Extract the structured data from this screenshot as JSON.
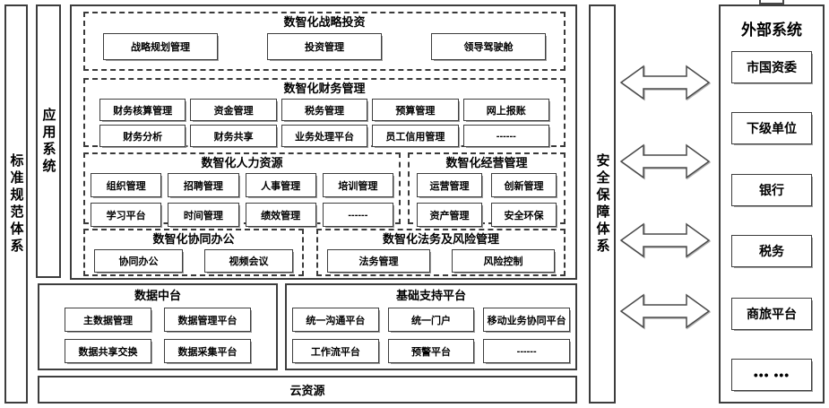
{
  "left_bars": {
    "standards": "标准规范体系",
    "application": "应用系统"
  },
  "right_bar": {
    "security": "安全保障体系"
  },
  "app_sections": [
    {
      "title": "数智化战略投资",
      "rows": [
        [
          "战略规划管理",
          "投资管理",
          "领导驾驶舱"
        ]
      ]
    },
    {
      "title": "数智化财务管理",
      "rows": [
        [
          "财务核算管理",
          "资金管理",
          "税务管理",
          "预算管理",
          "网上报账"
        ],
        [
          "财务分析",
          "财务共享",
          "业务处理平台",
          "员工信用管理",
          "------"
        ]
      ]
    },
    {
      "title": "数智化人力资源",
      "rows": [
        [
          "组织管理",
          "招聘管理",
          "人事管理",
          "培训管理"
        ],
        [
          "学习平台",
          "时间管理",
          "绩效管理",
          "------"
        ]
      ]
    },
    {
      "title": "数智化经营管理",
      "rows": [
        [
          "运营管理",
          "创新管理"
        ],
        [
          "资产管理",
          "安全环保"
        ]
      ]
    },
    {
      "title": "数智化协同办公",
      "rows": [
        [
          "协同办公",
          "视频会议"
        ]
      ]
    },
    {
      "title": "数智化法务及风险管理",
      "rows": [
        [
          "法务管理",
          "风险控制"
        ]
      ]
    }
  ],
  "data_platform": {
    "title": "数据中台",
    "rows": [
      [
        "主数据管理",
        "数据管理平台"
      ],
      [
        "数据共享交换",
        "数据采集平台"
      ]
    ]
  },
  "support_platform": {
    "title": "基础支持平台",
    "rows": [
      [
        "统一沟通平台",
        "统一门户",
        "移动业务协同平台"
      ],
      [
        "工作流平台",
        "预警平台",
        "------"
      ]
    ]
  },
  "cloud": {
    "title": "云资源"
  },
  "external": {
    "title": "外部系统",
    "items": [
      "市国资委",
      "下级单位",
      "银行",
      "税务",
      "商旅平台",
      "••• •••"
    ]
  },
  "colors": {
    "border": "#3d3d3d",
    "shadow": "#9c9c9c",
    "background": "#ffffff",
    "text": "#000000"
  }
}
